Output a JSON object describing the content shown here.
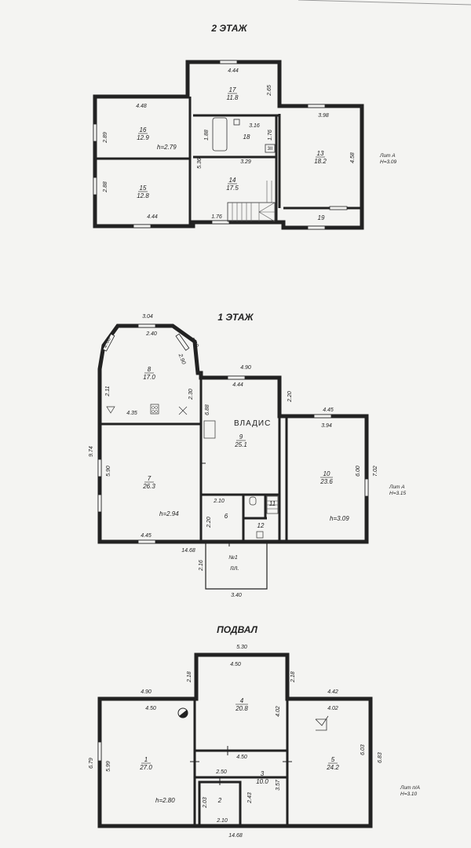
{
  "floor2": {
    "title": "2 ЭТАЖ",
    "dims": {
      "d444": "4.44",
      "d265": "2.65",
      "d448": "4.48",
      "d398": "3.98",
      "d316": "3.16",
      "d289": "2.89",
      "d176a": "1.76",
      "d536": "5.36",
      "d188": "1.88",
      "d329": "3.29",
      "d458": "4.58",
      "d288": "2.88",
      "d444b": "4.44",
      "d176b": "1.76"
    },
    "rooms": [
      {
        "num": "17",
        "area": "11.8"
      },
      {
        "num": "16",
        "area": "12.9"
      },
      {
        "num": "18",
        "area": ""
      },
      {
        "num": "13",
        "area": "18.2"
      },
      {
        "num": "14",
        "area": "17.5"
      },
      {
        "num": "15",
        "area": "12.8"
      },
      {
        "num": "19",
        "area": ""
      }
    ],
    "height": "h=2.79",
    "meter": "3II",
    "lit": [
      "Лит А",
      "H=3.09"
    ]
  },
  "floor1": {
    "title": "1 ЭТАЖ",
    "dims": {
      "d304": "3.04",
      "d240": "2.40",
      "d260": "2.60",
      "d190": "1.90",
      "d290": "2.90",
      "d211": "2.11",
      "d435": "4.35",
      "d230": "2.30",
      "d490": "4.90",
      "d444": "4.44",
      "d220a": "2.20",
      "d445a": "4.45",
      "d974": "9.74",
      "d590": "5.90",
      "d688": "6.88",
      "d394": "3.94",
      "d600": "6.00",
      "d702": "7.02",
      "d210": "2.10",
      "d220b": "2.20",
      "d445b": "4.45",
      "d1468": "14.68",
      "d216": "2.16",
      "d340": "3.40"
    },
    "rooms": [
      {
        "num": "8",
        "area": "17.0"
      },
      {
        "num": "9",
        "area": "25.1"
      },
      {
        "num": "10",
        "area": "23.6"
      },
      {
        "num": "7",
        "area": "26.3"
      },
      {
        "num": "6",
        "area": ""
      },
      {
        "num": "11",
        "area": ""
      },
      {
        "num": "12",
        "area": ""
      }
    ],
    "heights": [
      "h=2.94",
      "h=3.09"
    ],
    "entry": "№1",
    "porch": "пл.",
    "lit": [
      "Лит А",
      "H=3.15"
    ]
  },
  "basement": {
    "title": "ПОДВАЛ",
    "dims": {
      "d530": "5.30",
      "d218a": "2.18",
      "d218b": "2.18",
      "d450a": "4.50",
      "d490": "4.90",
      "d442": "4.42",
      "d450b": "4.50",
      "d402a": "4.02",
      "d402b": "4.02",
      "d679": "6.79",
      "d599": "5.99",
      "d603": "6.03",
      "d683": "6.83",
      "d450c": "4.50",
      "d250": "2.50",
      "d357": "3.57",
      "d203": "2.03",
      "d243": "2.43",
      "d210": "2.10",
      "d1468": "14.68"
    },
    "rooms": [
      {
        "num": "4",
        "area": "20.8"
      },
      {
        "num": "1",
        "area": "27.0"
      },
      {
        "num": "5",
        "area": "24.2"
      },
      {
        "num": "3",
        "area": "10.0"
      },
      {
        "num": "2",
        "area": ""
      }
    ],
    "height": "h=2.80",
    "lit": [
      "Лит п/А",
      "H=3.10"
    ]
  },
  "watermark": "ВЛАДИС"
}
